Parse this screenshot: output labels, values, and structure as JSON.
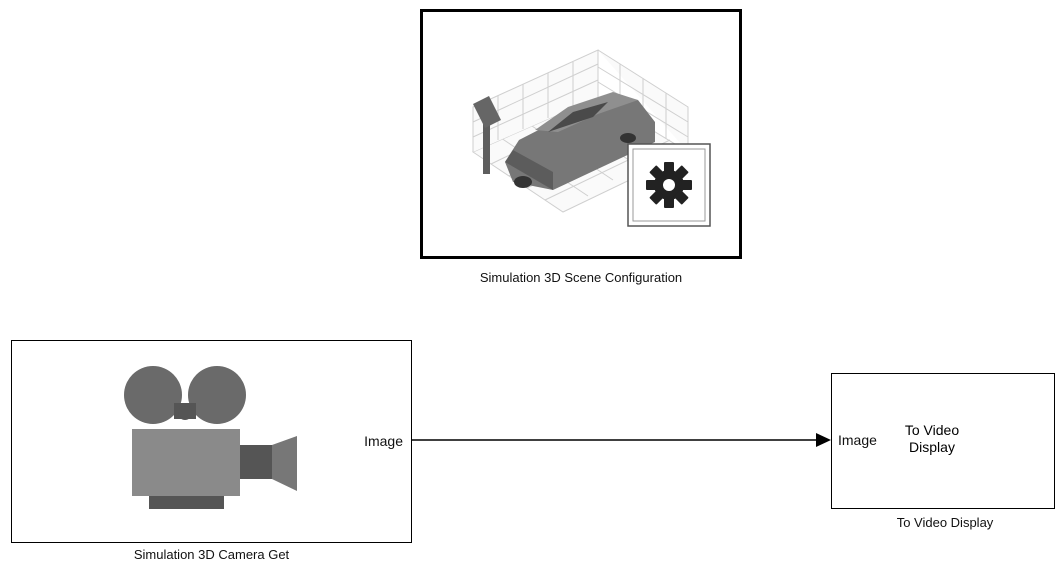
{
  "blocks": {
    "scene_config": {
      "caption": "Simulation 3D Scene Configuration",
      "icon": "scene-car-gear-icon"
    },
    "camera_get": {
      "caption": "Simulation 3D Camera Get",
      "output_port": "Image",
      "icon": "movie-camera-icon"
    },
    "video_display": {
      "caption": "To Video Display",
      "input_port": "Image",
      "title_line1": "To Video",
      "title_line2": "Display"
    }
  },
  "signal": {
    "from": "Simulation 3D Camera Get",
    "to": "To Video Display",
    "color": "#000000"
  }
}
